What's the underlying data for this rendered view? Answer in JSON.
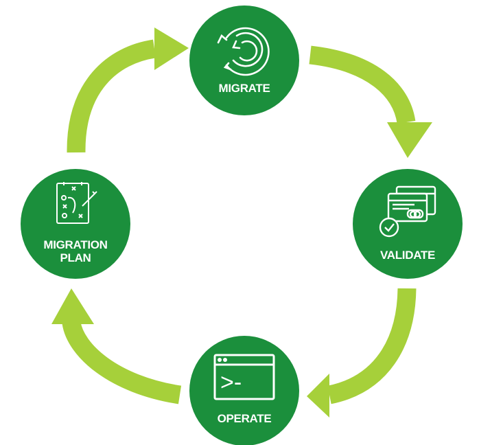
{
  "colors": {
    "circle": "#1b8f3c",
    "arrow": "#a6d03a",
    "icon": "#ffffff",
    "background": "#ffffff"
  },
  "nodes": {
    "migrate": {
      "label": "MIGRATE",
      "icon": "cycle-arrows-icon"
    },
    "validate": {
      "label": "VALIDATE",
      "icon": "cards-check-icon"
    },
    "operate": {
      "label": "OPERATE",
      "icon": "terminal-window-icon",
      "prompt": ">-"
    },
    "plan": {
      "label_line1": "MIGRATION",
      "label_line2": "PLAN",
      "icon": "strategy-board-icon"
    }
  }
}
